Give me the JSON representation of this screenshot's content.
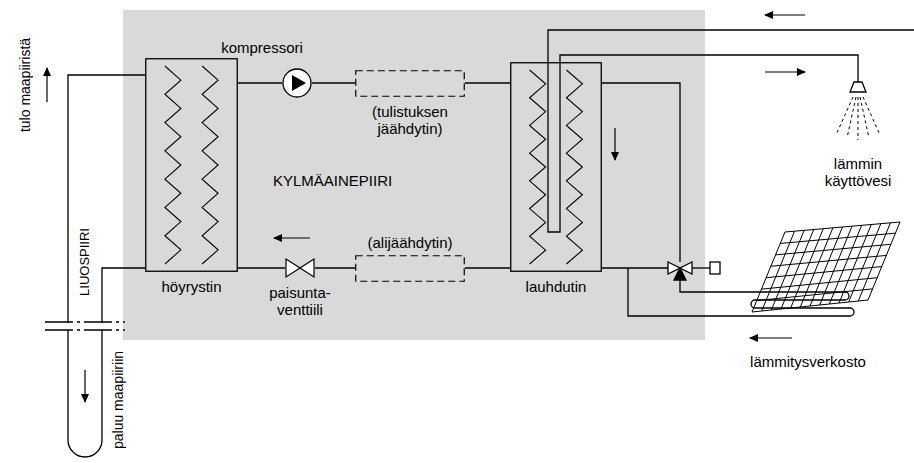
{
  "diagram": {
    "nodes": [
      {
        "text": [
          "KYLMÄAINEPIIRI"
        ]
      },
      {
        "text": [
          "höyrystin"
        ],
        "in": 0
      },
      {
        "text": [
          "kompressori"
        ],
        "in": 0
      },
      {
        "text": [
          "(tulistuksen jäähdytin)"
        ],
        "in": 0
      },
      {
        "text": [
          "lauhdutin"
        ],
        "in": 0
      },
      {
        "text": [
          "(alijäähdytin)"
        ],
        "in": 0
      },
      {
        "text": [
          "paisunta- venttiili"
        ],
        "in": 0
      }
    ],
    "edges": [
      {
        "from": 1,
        "to": 2,
        "arrow": "none"
      },
      {
        "from": 2,
        "to": 3,
        "arrow": "none"
      },
      {
        "from": 3,
        "to": 4,
        "arrow": "none"
      },
      {
        "from": 4,
        "to": 5,
        "arrow": "none"
      },
      {
        "from": 5,
        "to": 6,
        "arrow": "none"
      },
      {
        "from": 6,
        "to": 1,
        "arrow": "none"
      }
    ],
    "labels": [
      "tulo maapiiristä",
      "LIUOSPIIRI",
      "paluu maapiiriin",
      "lämmin käyttövesi",
      "lämmitysverkosto"
    ]
  }
}
